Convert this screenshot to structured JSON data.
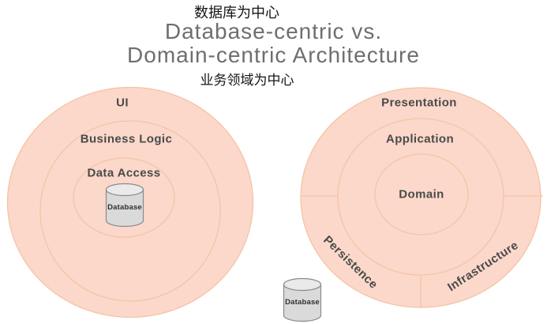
{
  "header": {
    "subtitle_top": "数据库为中心",
    "title_line1": "Database-centric vs.",
    "title_line2": "Domain-centric Architecture",
    "subtitle_bottom": "业务领域为中心"
  },
  "left_diagram": {
    "layers": [
      {
        "label": "UI"
      },
      {
        "label": "Business Logic"
      },
      {
        "label": "Data Access"
      }
    ],
    "database_label": "Database"
  },
  "right_diagram": {
    "layers": [
      {
        "label": "Presentation"
      },
      {
        "label": "Application"
      },
      {
        "label": "Domain"
      }
    ],
    "segments": [
      {
        "label": "Persistence"
      },
      {
        "label": "Infrastructure"
      }
    ],
    "database_label": "Database"
  },
  "colors": {
    "ring_fill": "#fbd8ca",
    "ring_stroke": "#f5c3a6",
    "label_text": "#4a4a4a",
    "title_text": "#6e6e6e",
    "subtitle_text": "#151515",
    "cylinder_fill": "#dadada",
    "cylinder_top_fill": "#eaeaea",
    "cylinder_stroke": "#8a8a8a"
  }
}
